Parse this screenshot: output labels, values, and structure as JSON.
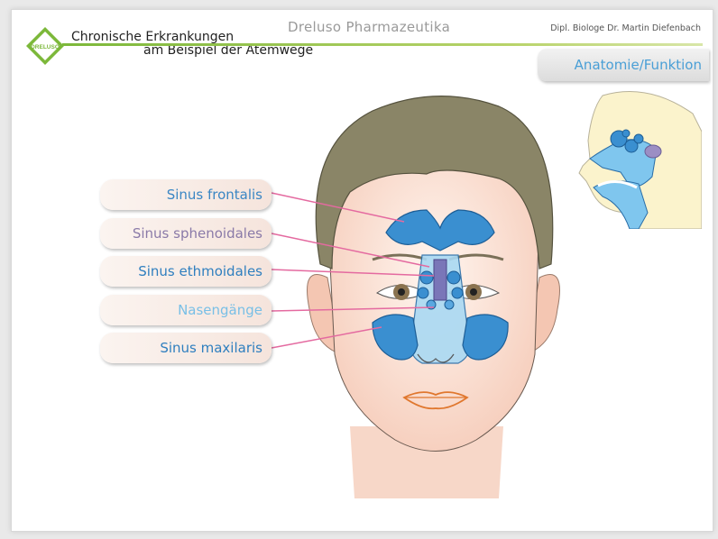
{
  "header": {
    "logo_text": "DRELUSO",
    "title_line1": "Chronische Erkrankungen",
    "title_line2": "am Beispiel der Atemwege",
    "company": "Dreluso Pharmazeutika",
    "author": "Dipl. Biologe Dr. Martin Diefenbach"
  },
  "section_tab": "Anatomie/Funktion",
  "labels": [
    {
      "text": "Sinus frontalis",
      "color": "#3a86c4"
    },
    {
      "text": "Sinus sphenoidales",
      "color": "#8a7aa8"
    },
    {
      "text": "Sinus ethmoidales",
      "color": "#2f7fbf"
    },
    {
      "text": "Nasengänge",
      "color": "#78bfe6"
    },
    {
      "text": "Sinus maxilaris",
      "color": "#2f7fbf"
    }
  ],
  "colors": {
    "accent_green": "#7cb83a",
    "pointer_pink": "#e46aa0",
    "sinus_blue": "#3a8fd0",
    "skin": "#fde9e0",
    "hair": "#8a8567"
  }
}
